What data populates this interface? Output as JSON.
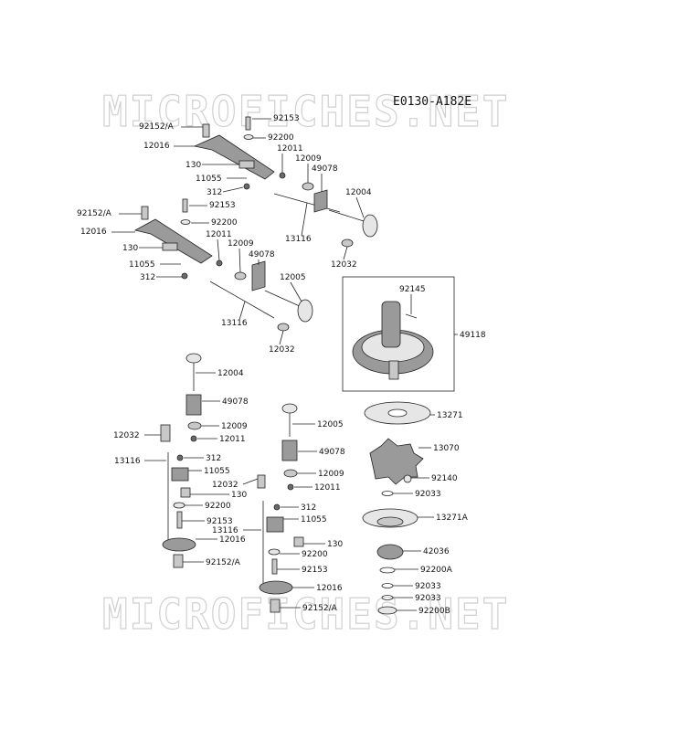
{
  "diagram": {
    "code": "E0130-A182E",
    "watermark_text": "MICROFICHES.NET",
    "labels": {
      "p92153_a": "92153",
      "p92152a_a": "92152/A",
      "p92200_a": "92200",
      "p12016_a": "12016",
      "p12011_a": "12011",
      "p130_a": "130",
      "p12009_a": "12009",
      "p49078_a": "49078",
      "p11055_a": "11055",
      "p312_a": "312",
      "p12004_a": "12004",
      "p13116_a": "13116",
      "p12032_a": "12032",
      "p92152a_b": "92152/A",
      "p92153_b": "92153",
      "p12016_b": "12016",
      "p92200_b": "92200",
      "p12011_b": "12011",
      "p12009_b": "12009",
      "p130_b": "130",
      "p49078_b": "49078",
      "p11055_b": "11055",
      "p12005_b": "12005",
      "p312_b": "312",
      "p13116_b": "13116",
      "p12032_b": "12032",
      "p92145": "92145",
      "p49118": "49118",
      "p12004_c": "12004",
      "p49078_c": "49078",
      "p12009_c": "12009",
      "p12032_c": "12032",
      "p12011_c": "12011",
      "p13116_c": "13116",
      "p312_c": "312",
      "p11055_c": "11055",
      "p12032_d": "12032",
      "p130_c": "130",
      "p92200_c": "92200",
      "p92153_c": "92153",
      "p12016_c": "12016",
      "p92152a_c": "92152/A",
      "p12005_d": "12005",
      "p49078_d": "49078",
      "p12009_d": "12009",
      "p12011_d": "12011",
      "p312_d": "312",
      "p13116_d": "13116",
      "p11055_d": "11055",
      "p130_d": "130",
      "p92200_d": "92200",
      "p92153_d": "92153",
      "p12016_d": "12016",
      "p92152a_d": "92152/A",
      "p13271": "13271",
      "p13070": "13070",
      "p92140": "92140",
      "p92033_a": "92033",
      "p13271a": "13271A",
      "p42036": "42036",
      "p92200a": "92200A",
      "p92033_b": "92033",
      "p92033_c": "92033",
      "p92200b": "92200B"
    }
  }
}
